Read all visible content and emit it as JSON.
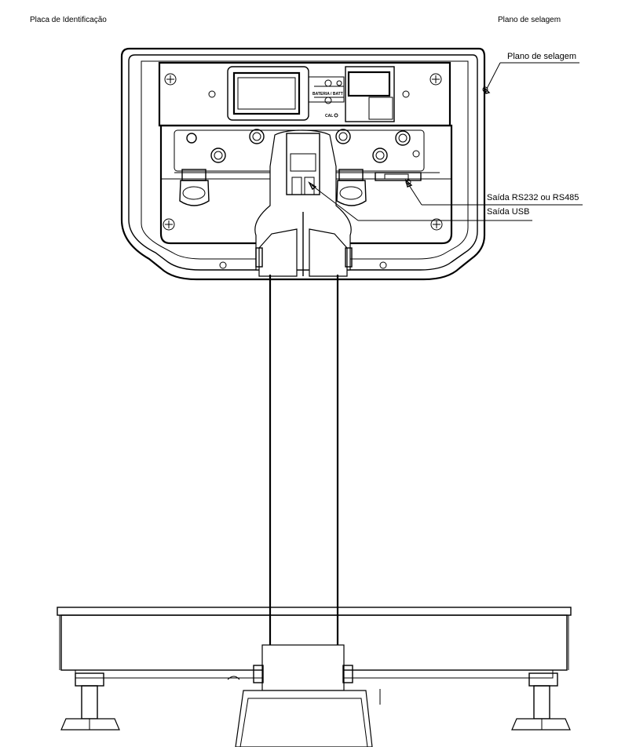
{
  "labels": {
    "header_left": "Placa de Identificação",
    "header_right": "Plano de selagem",
    "callout_plano": "Plano de selagem",
    "callout_rs": "Saída RS232 ou RS485",
    "callout_usb": "Saída USB",
    "battery_label": "BATERIA / BATT",
    "cal_label": "CAL"
  }
}
